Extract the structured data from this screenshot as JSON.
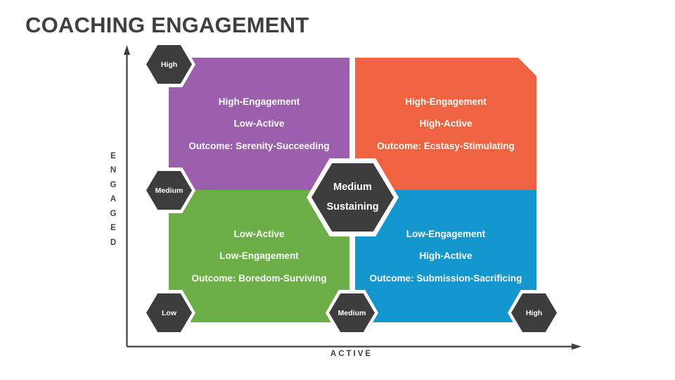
{
  "page": {
    "title": "COACHING ENGAGEMENT"
  },
  "axes": {
    "y_title_letters": [
      "E",
      "N",
      "G",
      "A",
      "G",
      "E",
      "D"
    ],
    "y_title": "ENGAGED",
    "x_title": "ACTIVE",
    "y_ticks": [
      "High",
      "Medium"
    ],
    "x_ticks": [
      "Low",
      "Medium",
      "High"
    ]
  },
  "center": {
    "line1": "Medium",
    "line2": "Sustaining"
  },
  "quadrants": [
    {
      "id": "high-engagement-low-active",
      "color": "#9B5FAE",
      "lines": [
        "High-Engagement",
        "Low-Active",
        "Outcome: Serenity-Succeeding"
      ]
    },
    {
      "id": "high-engagement-high-active",
      "color": "#EF6340",
      "lines": [
        "High-Engagement",
        "High-Active",
        "Outcome: Ecstasy-Stimulating"
      ]
    },
    {
      "id": "low-engagement-low-active",
      "color": "#6BAF46",
      "lines": [
        "Low-Active",
        "Low-Engagement",
        "Outcome: Boredom-Surviving"
      ]
    },
    {
      "id": "low-engagement-high-active",
      "color": "#1397CD",
      "lines": [
        "Low-Engagement",
        "High-Active",
        "Outcome: Submission-Sacrificing"
      ]
    }
  ],
  "chart_data": {
    "type": "table",
    "title": "COACHING ENGAGEMENT",
    "xlabel": "ACTIVE",
    "ylabel": "ENGAGED",
    "x_tick_labels": [
      "Low",
      "Medium",
      "High"
    ],
    "y_tick_labels": [
      "Medium",
      "High"
    ],
    "legend_position": "none",
    "grid": false,
    "center_marker": "Medium Sustaining",
    "cells": [
      {
        "quadrant": "top-left",
        "engagement": "High",
        "active": "Low",
        "color": "#9B5FAE",
        "label_1": "High-Engagement",
        "label_2": "Low-Active",
        "outcome": "Outcome: Serenity-Succeeding"
      },
      {
        "quadrant": "top-right",
        "engagement": "High",
        "active": "High",
        "color": "#EF6340",
        "label_1": "High-Engagement",
        "label_2": "High-Active",
        "outcome": "Outcome: Ecstasy-Stimulating"
      },
      {
        "quadrant": "bottom-left",
        "engagement": "Low",
        "active": "Low",
        "color": "#6BAF46",
        "label_1": "Low-Active",
        "label_2": "Low-Engagement",
        "outcome": "Outcome: Boredom-Surviving"
      },
      {
        "quadrant": "bottom-right",
        "engagement": "Low",
        "active": "High",
        "color": "#1397CD",
        "label_1": "Low-Engagement",
        "label_2": "High-Active",
        "outcome": "Outcome: Submission-Sacrificing"
      }
    ]
  }
}
